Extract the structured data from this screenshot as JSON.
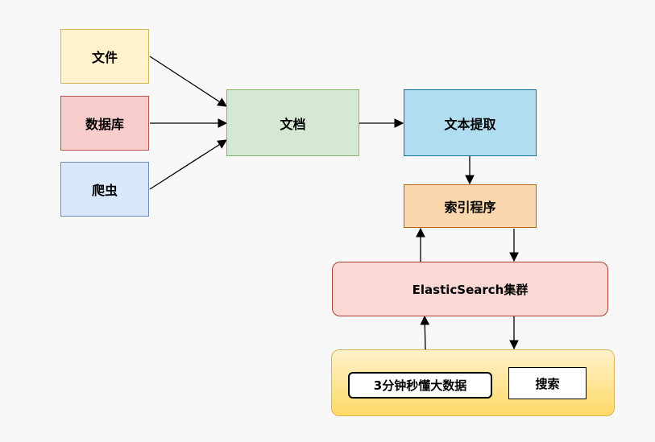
{
  "nodes": {
    "file": "文件",
    "database": "数据库",
    "crawler": "爬虫",
    "document": "文档",
    "text_extract": "文本提取",
    "indexer": "索引程序",
    "es_cluster": "ElasticSearch集群",
    "search_input": "3分钟秒懂大数据",
    "search_button": "搜索"
  },
  "edges": [
    {
      "from": "file",
      "to": "document"
    },
    {
      "from": "database",
      "to": "document"
    },
    {
      "from": "crawler",
      "to": "document"
    },
    {
      "from": "document",
      "to": "text_extract"
    },
    {
      "from": "text_extract",
      "to": "indexer"
    },
    {
      "from": "es_cluster",
      "to": "indexer"
    },
    {
      "from": "indexer",
      "to": "es_cluster"
    },
    {
      "from": "search_app",
      "to": "es_cluster"
    },
    {
      "from": "es_cluster",
      "to": "search_app"
    }
  ]
}
